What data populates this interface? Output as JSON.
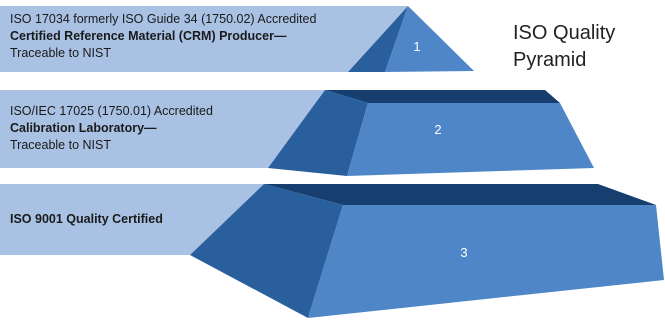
{
  "title": {
    "line1": "ISO Quality",
    "line2": "Pyramid"
  },
  "tiers": [
    {
      "number": "1",
      "line1": "ISO 17034 formerly ISO Guide 34 (1750.02) Accredited",
      "line2": "Certified Reference Material (CRM) Producer—",
      "line3": "Traceable to NIST"
    },
    {
      "number": "2",
      "line1": "ISO/IEC 17025 (1750.01) Accredited",
      "line2": "Calibration Laboratory—",
      "line3": "Traceable to NIST"
    },
    {
      "number": "3",
      "line1": "ISO 9001 Quality Certified"
    }
  ],
  "colors": {
    "panel": "#a9c2e4",
    "face_light": "#4f86c8",
    "face_dark": "#2a5f9e",
    "top_dark": "#163f70"
  }
}
